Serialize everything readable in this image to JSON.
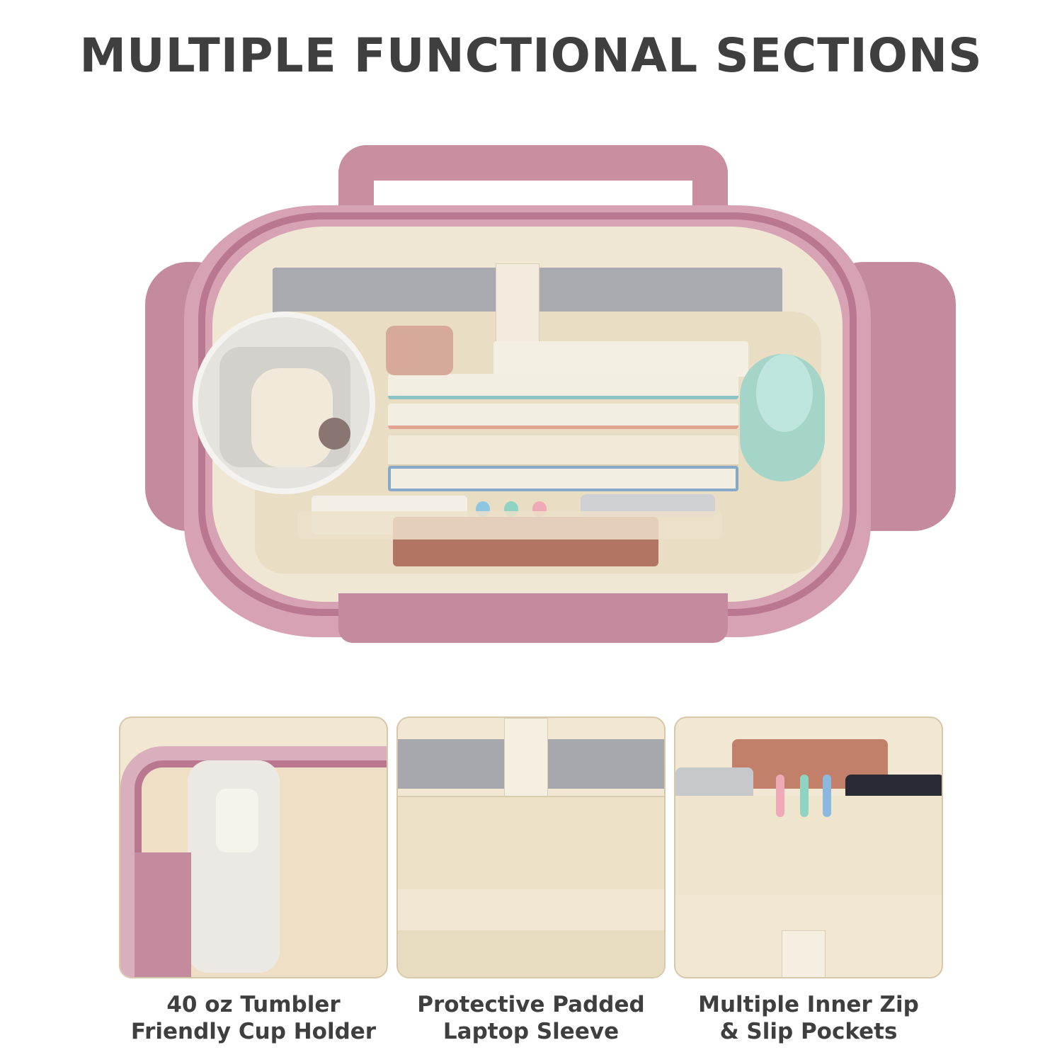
{
  "title": "MULTIPLE FUNCTIONAL SECTIONS",
  "features": [
    {
      "line1": "40 oz Tumbler",
      "line2": "Friendly Cup Holder"
    },
    {
      "line1": "Protective Padded",
      "line2": "Laptop Sleeve"
    },
    {
      "line1": "Multiple Inner Zip",
      "line2": "& Slip Pockets"
    }
  ],
  "colors": {
    "bag": "#c98fa0",
    "lining": "#efe6d3",
    "text": "#3f3f3f"
  }
}
